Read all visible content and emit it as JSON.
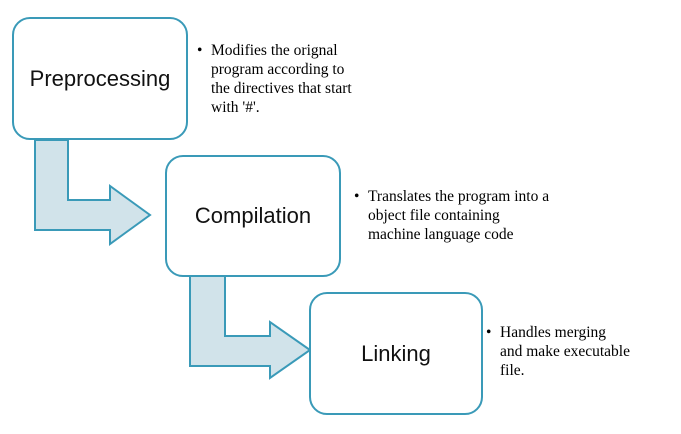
{
  "colors": {
    "box_border": "#3a9ab8",
    "arrow_fill": "#d1e3ea",
    "arrow_stroke": "#3a9ab8",
    "text": "#000000"
  },
  "bullet": "•",
  "stages": [
    {
      "label": "Preprocessing",
      "description": [
        "Modifies the orignal",
        "program according to",
        "the directives that start",
        "with '#'."
      ]
    },
    {
      "label": "Compilation",
      "description": [
        "Translates the program into a",
        "object file containing",
        "machine language code"
      ]
    },
    {
      "label": "Linking",
      "description": [
        "Handles merging",
        "and make executable",
        "file."
      ]
    }
  ]
}
